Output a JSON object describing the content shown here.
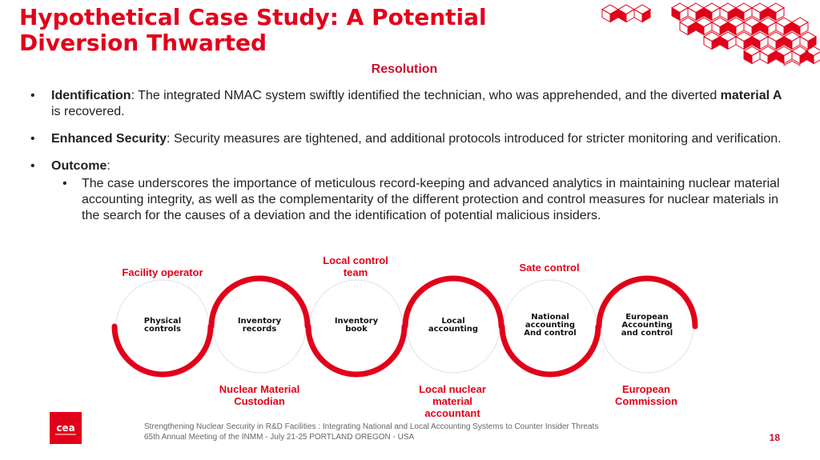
{
  "slide": {
    "title": "Hypothetical Case Study: A Potential Diversion Thwarted",
    "section_heading": "Resolution",
    "page_number": "18"
  },
  "bullets": {
    "identification": {
      "term": "Identification",
      "text_1": ": The integrated NMAC system swiftly identified the technician, who was apprehended, and the diverted ",
      "bold_inline": "material A",
      "text_2": "  is recovered."
    },
    "enhanced_security": {
      "term": "Enhanced Security",
      "text": ": Security measures are tightened, and additional protocols introduced for stricter monitoring and verification."
    },
    "outcome": {
      "term": "Outcome",
      "colon": ":",
      "sub": "The case underscores the importance of meticulous record-keeping and advanced analytics in maintaining nuclear material accounting integrity, as well as the complementarity of the different protection and control measures for nuclear materials in the search for the causes of a deviation and the identification of potential malicious insiders."
    }
  },
  "chain": {
    "nodes": [
      {
        "line1": "Physical",
        "line2": "controls",
        "line3": ""
      },
      {
        "line1": "Inventory",
        "line2": "records",
        "line3": ""
      },
      {
        "line1": "Inventory",
        "line2": "book",
        "line3": ""
      },
      {
        "line1": "Local",
        "line2": "accounting",
        "line3": ""
      },
      {
        "line1": "National",
        "line2": "accounting",
        "line3": "And control"
      },
      {
        "line1": "European",
        "line2": "Accounting",
        "line3": "and control"
      }
    ],
    "top_labels": [
      {
        "line1": "Facility operator",
        "line2": ""
      },
      {
        "line1": "Local control",
        "line2": "team"
      },
      {
        "line1": "Sate control",
        "line2": ""
      }
    ],
    "bottom_labels": [
      {
        "line1": "Nuclear Material",
        "line2": "Custodian",
        "line3": ""
      },
      {
        "line1": "Local nuclear",
        "line2": "material",
        "line3": "accountant"
      },
      {
        "line1": "European",
        "line2": "Commission",
        "line3": ""
      }
    ]
  },
  "logo": {
    "text": "cea"
  },
  "footer": {
    "line1": "Strengthening Nuclear Security in R&D Facilities : Integrating National and Local Accounting Systems to Counter Insider Threats",
    "line2": "65th Annual Meeting of the INMM - July 21-25 PORTLAND OREGON - USA"
  },
  "colors": {
    "accent": "#e2001a",
    "heading": "#c8102e",
    "text": "#222222",
    "footer": "#666666",
    "ring": "#e6e6e6"
  }
}
